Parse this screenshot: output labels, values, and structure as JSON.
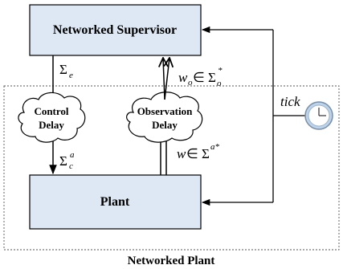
{
  "supervisor": {
    "label": "Networked Supervisor"
  },
  "plant": {
    "label": "Plant"
  },
  "control_delay": {
    "line1": "Control",
    "line2": "Delay"
  },
  "observation_delay": {
    "line1": "Observation",
    "line2": "Delay"
  },
  "signals": {
    "sigma_e_main": "Σ",
    "sigma_e_sub": "e",
    "sigma_c_main": "Σ",
    "sigma_c_sub": "c",
    "sigma_c_sup": "a",
    "wo_w": "w",
    "wo_sub": "o",
    "wo_rest": " ∈ Σ",
    "wo_star_sub": "o",
    "wo_star_sup": "*",
    "w_w": "w",
    "w_rest": " ∈ Σ",
    "w_sup": "a*"
  },
  "tick": {
    "label": "tick"
  },
  "caption": "Networked Plant"
}
